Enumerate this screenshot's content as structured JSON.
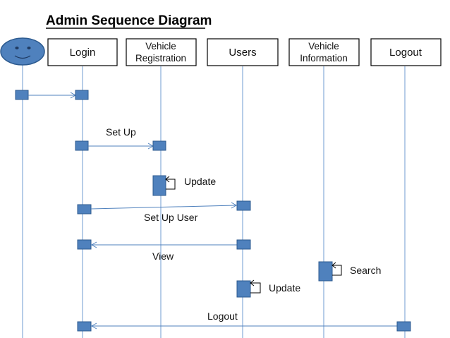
{
  "diagram": {
    "title": "Admin Sequence Diagram",
    "actor_icon": "smiley-face-icon",
    "lifelines": [
      {
        "id": "actor",
        "lines": []
      },
      {
        "id": "login",
        "lines": [
          "Login"
        ]
      },
      {
        "id": "vehicle-registration",
        "lines": [
          "Vehicle",
          "Registration"
        ]
      },
      {
        "id": "users",
        "lines": [
          "Users"
        ]
      },
      {
        "id": "vehicle-information",
        "lines": [
          "Vehicle",
          "Information"
        ]
      },
      {
        "id": "logout",
        "lines": [
          "Logout"
        ]
      }
    ],
    "messages": [
      {
        "id": "actor-to-login",
        "from": "actor",
        "to": "login",
        "label": ""
      },
      {
        "id": "set-up",
        "from": "login",
        "to": "vehicle-registration",
        "label": "Set Up"
      },
      {
        "id": "update-registration",
        "from": "vehicle-registration",
        "to": "vehicle-registration",
        "label": "Update"
      },
      {
        "id": "set-up-user",
        "from": "login",
        "to": "users",
        "label": "Set Up User"
      },
      {
        "id": "view",
        "from": "users",
        "to": "login",
        "label": "View"
      },
      {
        "id": "search",
        "from": "vehicle-information",
        "to": "vehicle-information",
        "label": "Search"
      },
      {
        "id": "update-users",
        "from": "users",
        "to": "users",
        "label": "Update"
      },
      {
        "id": "logout",
        "from": "logout",
        "to": "login",
        "label": "Logout"
      }
    ],
    "colors": {
      "activation_fill": "#4f81bd",
      "activation_stroke": "#2c5a8f",
      "lifeline": "#6f9bd1",
      "arrow": "#4f81bd",
      "actor_fill": "#4f81bd"
    }
  }
}
